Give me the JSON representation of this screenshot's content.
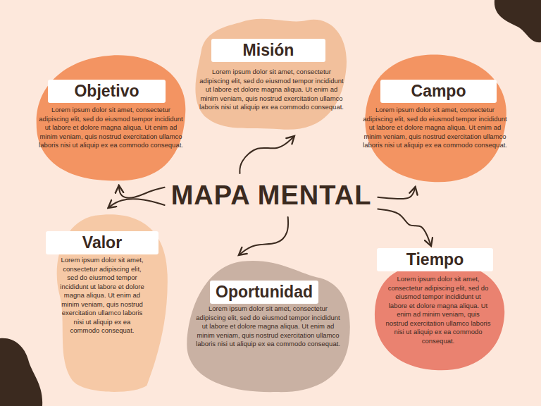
{
  "diagram": {
    "nodes": [
      {
        "text": [
          "Misión",
          "Lorem ipsum dolor sit amet, consectetur adipiscing elit, sed do eiusmod tempor incididunt ut labore et dolore magna aliqua. Ut enim ad minim veniam, quis nostrud exercitation ullamco laboris nisi ut aliquip ex ea commodo consequat."
        ]
      },
      {
        "text": [
          "Objetivo",
          "Lorem ipsum dolor sit amet, consectetur adipiscing elit, sed do eiusmod tempor incididunt ut labore et dolore magna aliqua. Ut enim ad minim veniam, quis nostrud exercitation ullamco laboris nisi ut aliquip ex ea commodo consequat."
        ]
      },
      {
        "text": [
          "Campo",
          "Lorem ipsum dolor sit amet, consectetur adipiscing elit, sed do eiusmod tempor incididunt ut labore et dolore magna aliqua. Ut enim ad minim veniam, quis nostrud exercitation ullamco laboris nisi ut aliquip ex ea commodo consequat."
        ]
      },
      {
        "text": [
          "MAPA MENTAL"
        ]
      },
      {
        "text": [
          "Valor",
          "Lorem ipsum dolor sit amet, consectetur adipiscing elit, sed do eiusmod tempor incididunt ut labore et dolore magna aliqua. Ut enim ad minim veniam, quis nostrud exercitation ullamco laboris nisi ut aliquip ex ea commodo consequat."
        ]
      },
      {
        "text": [
          "Tiempo",
          "Lorem ipsum dolor sit amet, consectetur adipiscing elit, sed do eiusmod tempor incididunt ut labore et dolore magna aliqua. Ut enim ad minim veniam, quis nostrud exercitation ullamco laboris nisi ut aliquip ex ea commodo consequat."
        ]
      },
      {
        "text": [
          "Oportunidad",
          "Lorem ipsum dolor sit amet, consectetur adipiscing elit, sed do eiusmod tempor incididunt ut labore et dolore magna aliqua. Ut enim ad minim veniam, quis nostrud exercitation ullamco laboris nisi ut aliquip ex ea commodo consequat."
        ]
      }
    ],
    "edges": [
      {
        "from": 3,
        "to": 0,
        "arrow": "to"
      },
      {
        "from": 3,
        "to": 1,
        "arrow": "to"
      },
      {
        "from": 3,
        "to": 2,
        "arrow": "to"
      },
      {
        "from": 3,
        "to": 4,
        "arrow": "to"
      },
      {
        "from": 3,
        "to": 5,
        "arrow": "to"
      },
      {
        "from": 3,
        "to": 6,
        "arrow": "to"
      }
    ]
  }
}
